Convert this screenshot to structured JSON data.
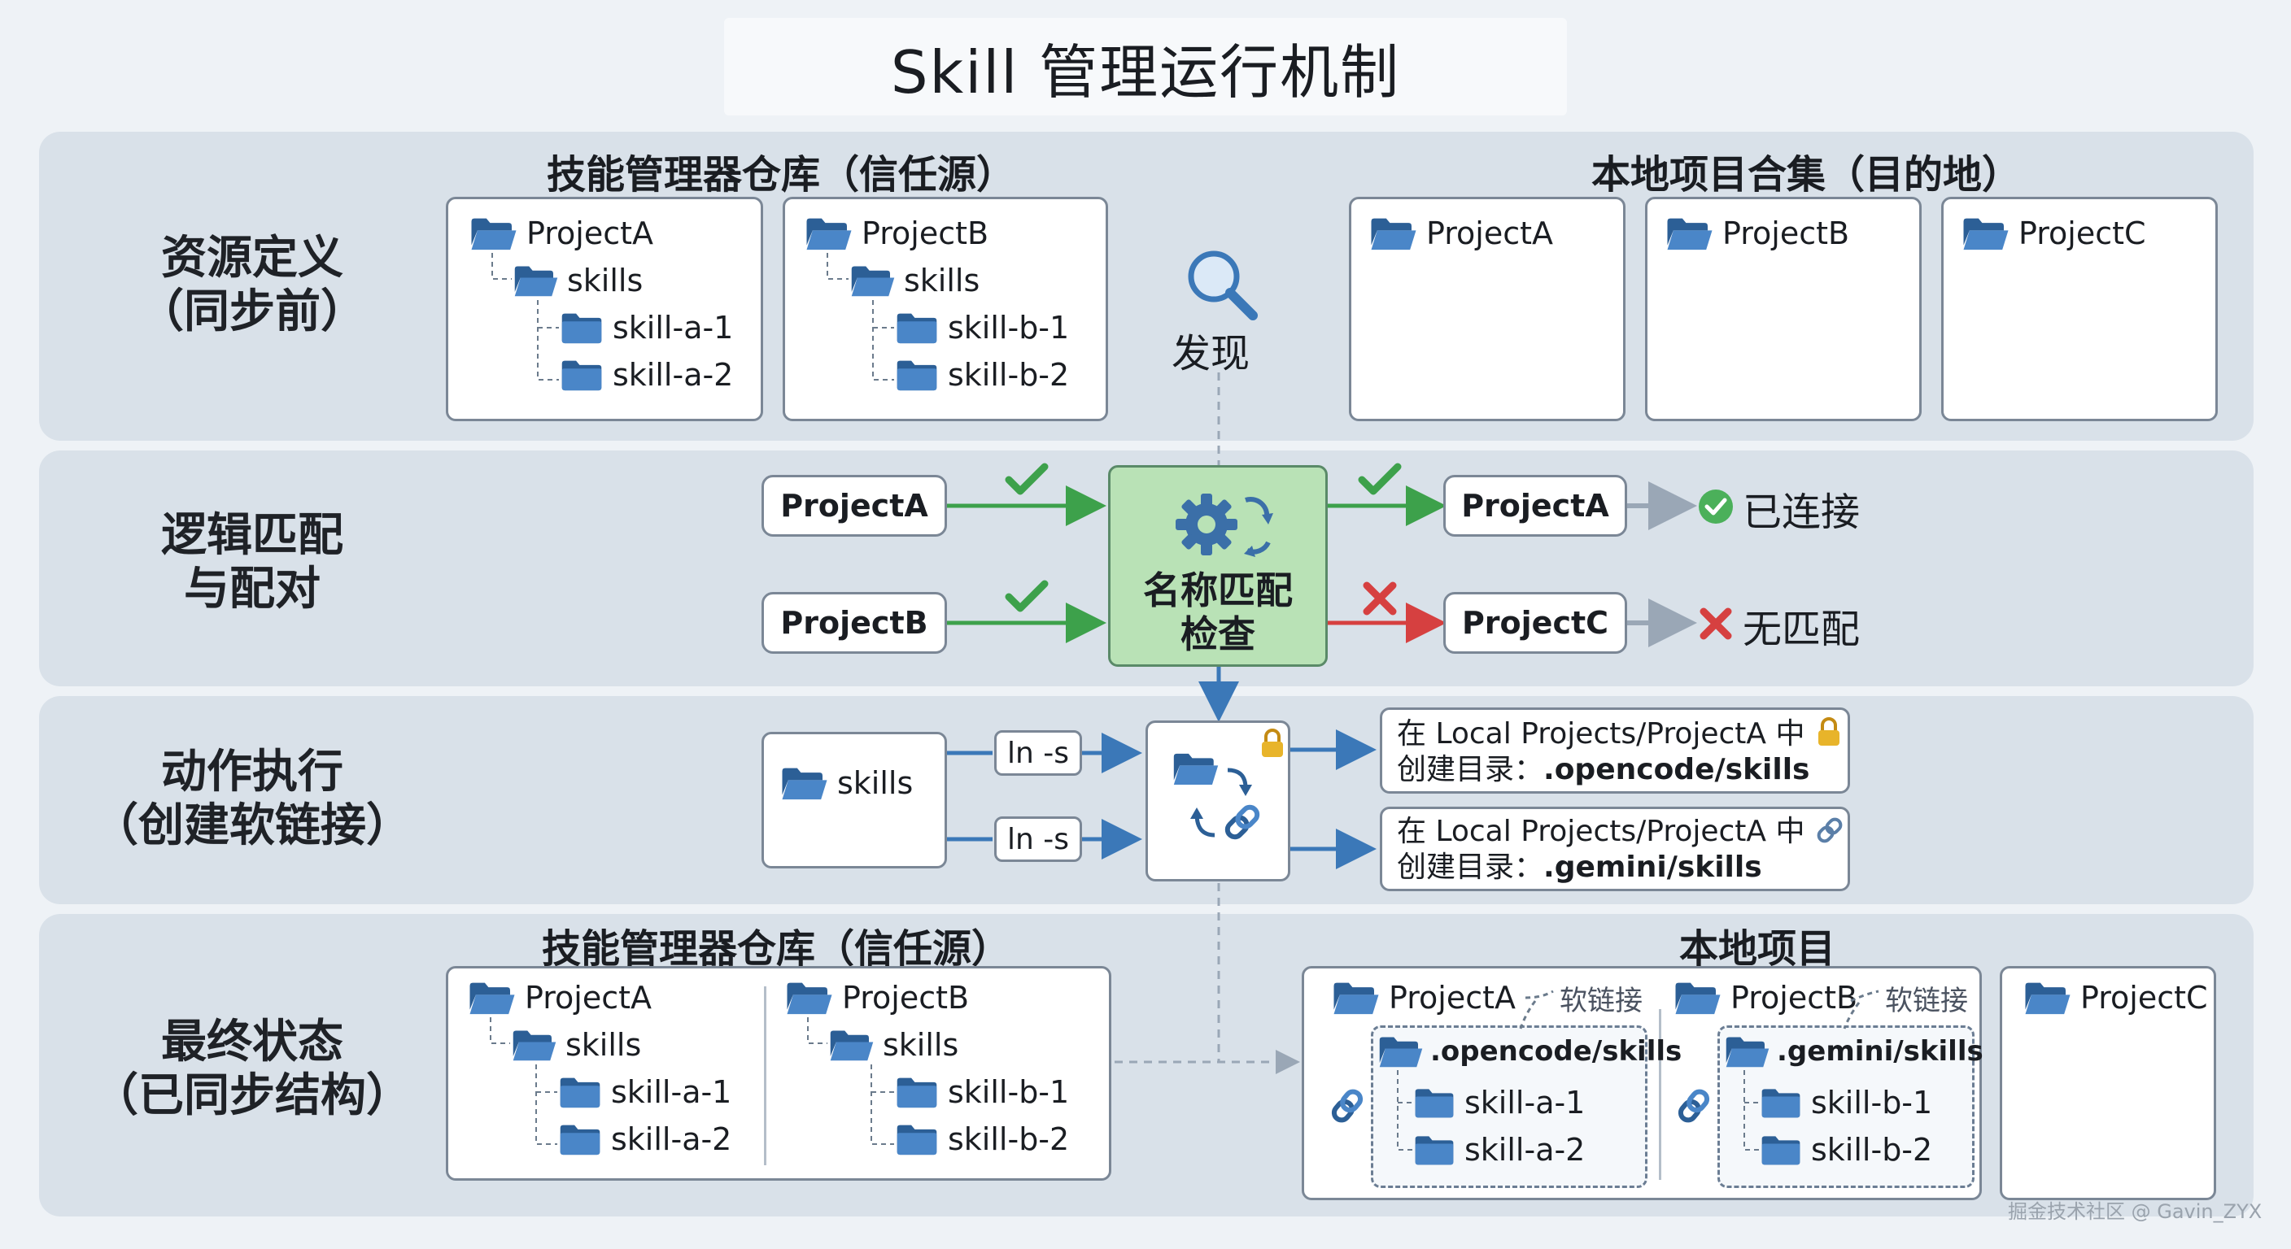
{
  "title": "Skill 管理运行机制",
  "rows": [
    {
      "label": "资源定义\n（同步前）"
    },
    {
      "label": "逻辑匹配\n与配对"
    },
    {
      "label": "动作执行\n（创建软链接）"
    },
    {
      "label": "最终状态\n（已同步结构）"
    }
  ],
  "repo_title": "技能管理器仓库（信任源）",
  "local_title": "本地项目合集（目的地）",
  "local_title_final": "本地项目",
  "repo": {
    "projectA": {
      "name": "ProjectA",
      "dir": "skills",
      "items": [
        "skill-a-1",
        "skill-a-2"
      ]
    },
    "projectB": {
      "name": "ProjectB",
      "dir": "skills",
      "items": [
        "skill-b-1",
        "skill-b-2"
      ]
    }
  },
  "local_projects": [
    "ProjectA",
    "ProjectB",
    "ProjectC"
  ],
  "discover_label": "发现",
  "match": {
    "left": [
      "ProjectA",
      "ProjectB"
    ],
    "center_label": "名称匹配\n检查",
    "right": [
      "ProjectA",
      "ProjectC"
    ],
    "results": [
      "已连接",
      "无匹配"
    ],
    "colors": {
      "ok": "#3da14b",
      "bad": "#d64040",
      "arrow_gray": "#9aa7b6"
    }
  },
  "action": {
    "source": "skills",
    "cmd1": "ln -s",
    "cmd2": "ln -s",
    "out1_line1": "在 Local Projects/ProjectA 中",
    "out1_line2_prefix": "创建目录：",
    "out1_line2_path": ".opencode/skills",
    "out2_line1": "在 Local Projects/ProjectA 中",
    "out2_line2_prefix": "创建目录：",
    "out2_line2_path": ".gemini/skills"
  },
  "final": {
    "localA": {
      "name": "ProjectA",
      "link_label": "软链接",
      "dir": ".opencode/skills",
      "items": [
        "skill-a-1",
        "skill-a-2"
      ]
    },
    "localB": {
      "name": "ProjectB",
      "link_label": "软链接",
      "dir": ".gemini/skills",
      "items": [
        "skill-b-1",
        "skill-b-2"
      ]
    },
    "localC": {
      "name": "ProjectC"
    }
  },
  "watermark": "掘金技术社区 @ Gavin_ZYX",
  "colors": {
    "folder_fill": "#4a86c8",
    "folder_dark": "#2c5f96",
    "band": "#d9e1e9",
    "accent_blue": "#3b78b8"
  }
}
